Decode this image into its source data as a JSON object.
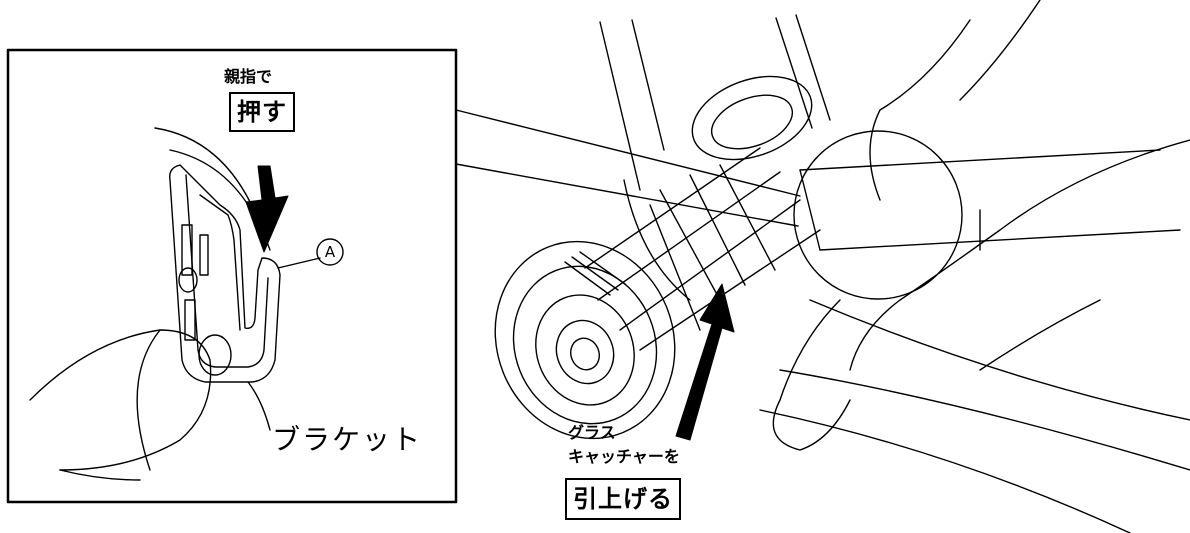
{
  "inset": {
    "top_caption": "親指で",
    "boxed_action": "押す",
    "marker": "A",
    "part_label": "ブラケット"
  },
  "main": {
    "caption_line1": "グラス",
    "caption_line2": "キャッチャーを",
    "boxed_action": "引上げる"
  }
}
